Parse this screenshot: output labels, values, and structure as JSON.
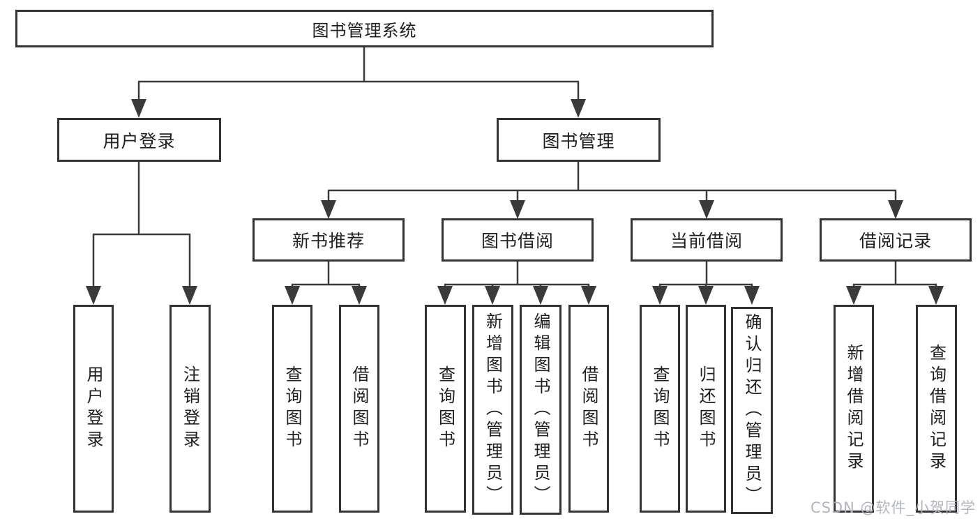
{
  "nodes": {
    "root": {
      "label": "图书管理系统"
    },
    "user_login": {
      "label": "用户登录"
    },
    "book_mgmt": {
      "label": "图书管理"
    },
    "user_login_leaf": {
      "label": "用户登录"
    },
    "logout_leaf": {
      "label": "注销登录"
    },
    "new_book_rec": {
      "label": "新书推荐"
    },
    "book_borrow": {
      "label": "图书借阅"
    },
    "current_borrow": {
      "label": "当前借阅"
    },
    "borrow_records": {
      "label": "借阅记录"
    },
    "nb_query_books": {
      "label": "查询图书"
    },
    "nb_borrow_books": {
      "label": "借阅图书"
    },
    "bb_query_books": {
      "label": "查询图书"
    },
    "bb_add_books": {
      "label": "新增图书（管理员）"
    },
    "bb_edit_books": {
      "label": "编辑图书（管理员）"
    },
    "bb_borrow_books": {
      "label": "借阅图书"
    },
    "cb_query_books": {
      "label": "查询图书"
    },
    "cb_return_books": {
      "label": "归还图书"
    },
    "cb_confirm_return": {
      "label": "确认归还（管理员）"
    },
    "br_add_record": {
      "label": "新增借阅记录"
    },
    "br_query_record": {
      "label": "查询借阅记录"
    }
  },
  "watermark": {
    "text": "CSDN @软件_小贺同学"
  },
  "colors": {
    "line": "#3a3a3a",
    "box_border": "#333333",
    "text": "#1f1f1f",
    "background": "#ffffff",
    "watermark": "#aeb2b8"
  }
}
